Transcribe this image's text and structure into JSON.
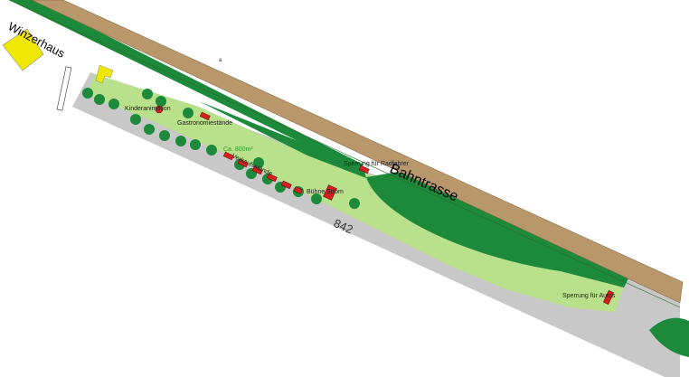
{
  "map": {
    "labels": {
      "winzerhaus": "Winzerhaus",
      "bahntrasse": "Bahntrasse",
      "road_number": "842",
      "kinderanimation": "Kinderanimation",
      "gastronomie": "Gastronomiestände",
      "area": "Ca. 800m²",
      "verkaufsstaende": "Verkaufsstände",
      "buehne": "Bühne Strom",
      "sperrung_radfahrer": "Sperrung für Radfahrer",
      "sperrung_autos": "Sperrung für Autos",
      "marker": "a"
    },
    "colors": {
      "road": "#c8c8c8",
      "lawn": "#b9e08a",
      "dark_green": "#1c8a3a",
      "rail": "#b8976a",
      "tree": "#1c8a3a",
      "stand": "#d42020",
      "building": "#f0e800",
      "area_text": "#2ca02c"
    }
  }
}
